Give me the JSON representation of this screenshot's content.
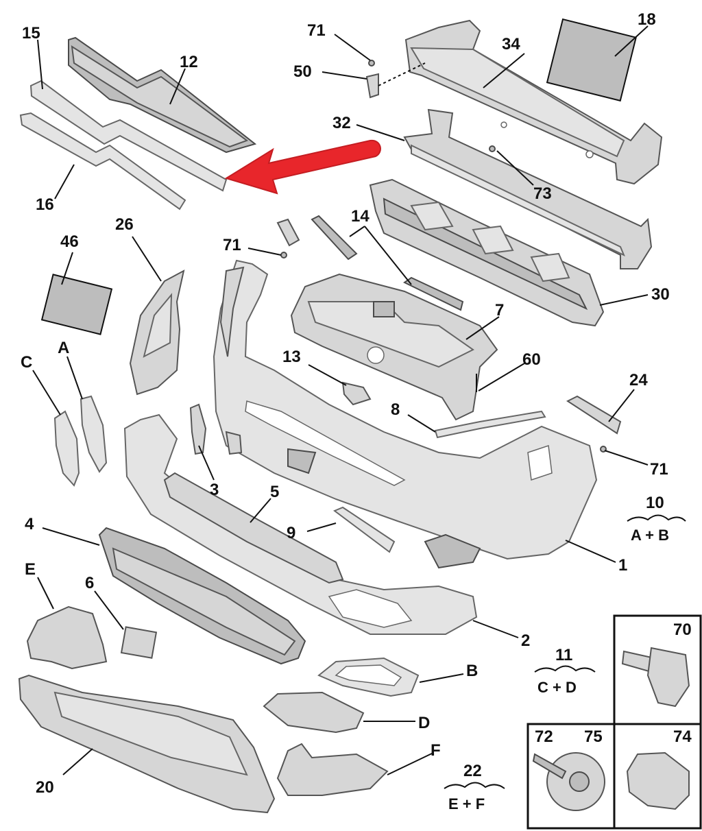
{
  "diagram": {
    "callouts": [
      "15",
      "12",
      "16",
      "71",
      "50",
      "34",
      "18",
      "32",
      "73",
      "14",
      "71",
      "26",
      "46",
      "30",
      "7",
      "60",
      "13",
      "C",
      "A",
      "24",
      "8",
      "71",
      "3",
      "5",
      "10",
      "A + B",
      "4",
      "9",
      "1",
      "E",
      "6",
      "2",
      "70",
      "11",
      "C + D",
      "B",
      "D",
      "72",
      "75",
      "74",
      "F",
      "22",
      "E + F",
      "20"
    ],
    "accent_color": "#e8262b",
    "pointer_icon": "red-arrow-icon"
  }
}
